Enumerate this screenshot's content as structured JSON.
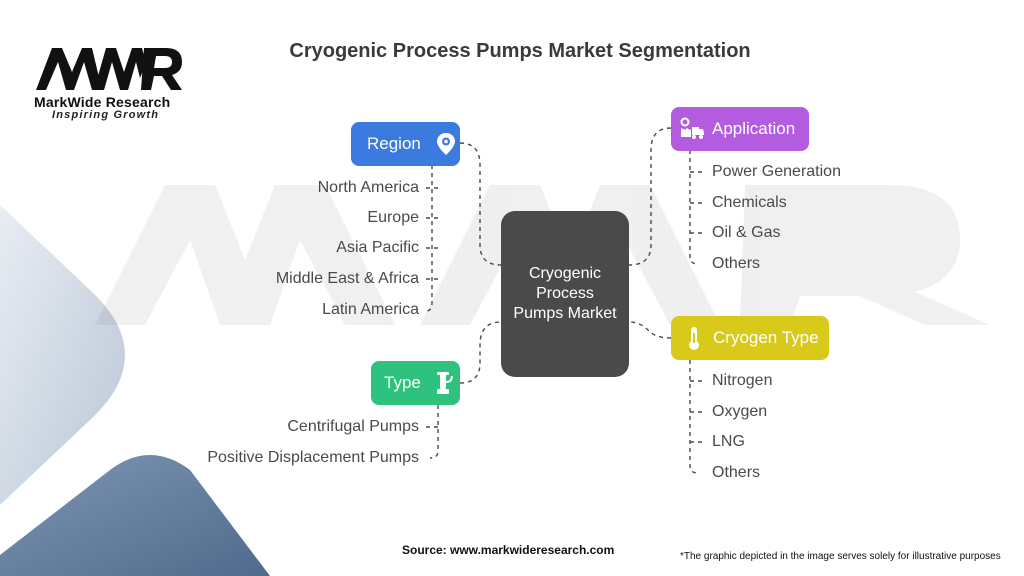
{
  "title": "Cryogenic Process Pumps Market Segmentation",
  "logo": {
    "mark": "MWR",
    "name": "MarkWide Research",
    "tagline": "Inspiring Growth"
  },
  "center_label": "Cryogenic Process Pumps Market",
  "categories": {
    "region": {
      "label": "Region",
      "color": "#3b7be0",
      "icon": "location-gear-icon",
      "items": [
        "North America",
        "Europe",
        "Asia Pacific",
        "Middle East & Africa",
        "Latin America"
      ]
    },
    "type": {
      "label": "Type",
      "color": "#2ec27e",
      "icon": "pump-icon",
      "items": [
        "Centrifugal Pumps",
        "Positive Displacement Pumps"
      ]
    },
    "application": {
      "label": "Application",
      "color": "#b45ce0",
      "icon": "factory-truck-icon",
      "items": [
        "Power Generation",
        "Chemicals",
        "Oil & Gas",
        "Others"
      ]
    },
    "cryogen_type": {
      "label": "Cryogen Type",
      "color": "#d9c91a",
      "icon": "thermometer-icon",
      "items": [
        "Nitrogen",
        "Oxygen",
        "LNG",
        "Others"
      ]
    }
  },
  "footer": {
    "source": "Source: www.markwideresearch.com",
    "note": "*The graphic depicted in the image serves solely for illustrative purposes"
  }
}
